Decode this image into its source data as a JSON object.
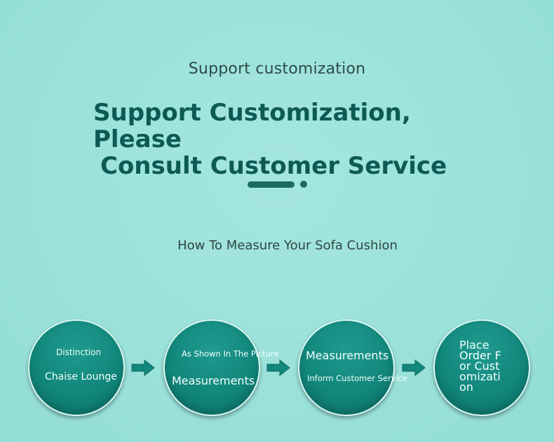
{
  "header": {
    "subtitle": "Support customization",
    "headline_line1": "Support Customization, Please",
    "headline_line2": "Consult Customer Service"
  },
  "section": {
    "title": "How To Measure Your Sofa Cushion"
  },
  "steps": [
    {
      "line1": "Distinction",
      "line2": "Chaise Lounge"
    },
    {
      "line1": "As Shown In The Picture",
      "line2": "Measurements"
    },
    {
      "line1": "Measurements",
      "line2": "Inform Customer Service"
    },
    {
      "line1": "Place Order For Customization"
    }
  ],
  "colors": {
    "background": "#9ee3dc",
    "accent": "#0d5a54",
    "step_fill": "#12877c",
    "arrow": "#12877c"
  },
  "icons": {
    "arrow": "arrow-right-icon"
  }
}
